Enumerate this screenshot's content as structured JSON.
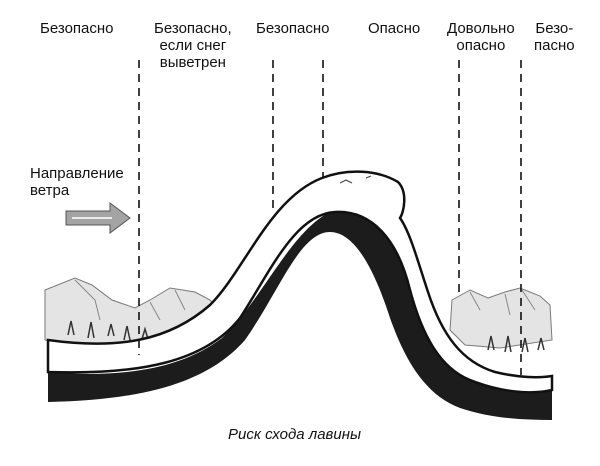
{
  "zones": [
    {
      "id": "z1",
      "lines": [
        "Безопасно"
      ]
    },
    {
      "id": "z2",
      "lines": [
        "Безопасно,",
        "если снег",
        "выветрен"
      ]
    },
    {
      "id": "z3",
      "lines": [
        "Безопасно"
      ]
    },
    {
      "id": "z4",
      "lines": [
        "Опасно"
      ]
    },
    {
      "id": "z5",
      "lines": [
        "Довольно",
        "опасно"
      ]
    },
    {
      "id": "z6",
      "lines": [
        "Безо-",
        "пасно"
      ]
    }
  ],
  "wind": {
    "lines": [
      "Направление",
      "ветра"
    ]
  },
  "caption": "Риск схода лавины",
  "colors": {
    "ink": "#111111",
    "snow": "#ffffff",
    "mountain": "#8a8a8a",
    "arrow": "#9a9a9a"
  }
}
